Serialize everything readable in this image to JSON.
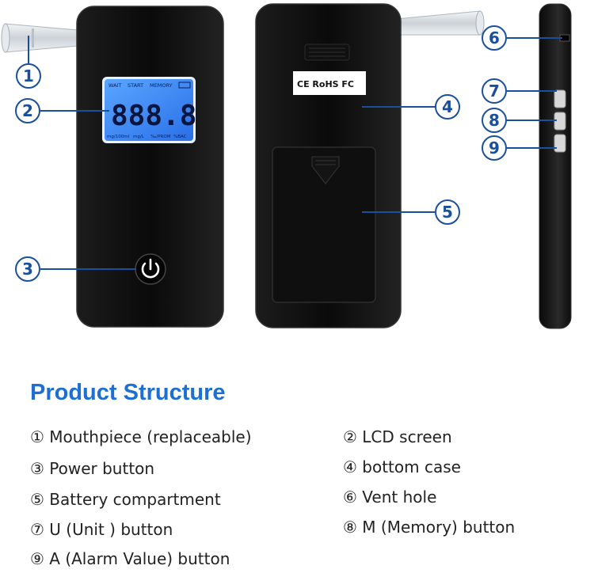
{
  "lcd": {
    "status_labels": [
      "WAIT",
      "START",
      "MEMORY"
    ],
    "digits": "888.8",
    "unit_labels": [
      "mg/100ml",
      "mg/L",
      "‰/PROM",
      "%BAC"
    ]
  },
  "back_case_markings": "CE RoHS FC",
  "callouts": [
    "①",
    "②",
    "③",
    "④",
    "⑤",
    "⑥",
    "⑦",
    "⑧",
    "⑨"
  ],
  "title": "Product Structure",
  "legend": [
    "① Mouthpiece (replaceable)",
    "② LCD screen",
    "③ Power button",
    "④ bottom case",
    "⑤ Battery compartment",
    "⑥ Vent hole",
    "⑦ U (Unit ) button",
    "⑧ M (Memory) button",
    "⑨ A (Alarm Value) button"
  ],
  "colors": {
    "accent": "#1d6fd4",
    "callout": "#1a4f9c",
    "lcd": "#3d8bff",
    "device": "#0c0c0c"
  },
  "icons": [
    "power-icon",
    "vent-grille-icon",
    "battery-latch-icon"
  ]
}
